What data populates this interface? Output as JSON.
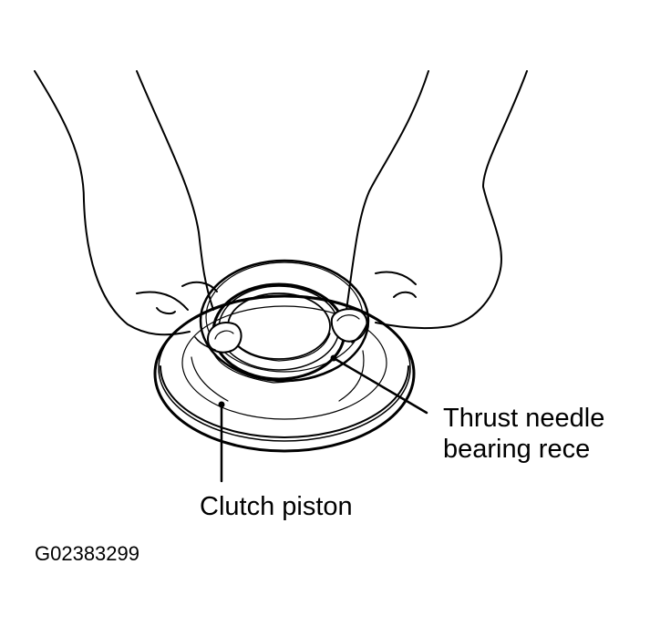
{
  "colors": {
    "line": "#000000",
    "background": "#ffffff"
  },
  "labels": {
    "thrust_line1": "Thrust needle",
    "thrust_line2": "bearing rece",
    "piston": "Clutch piston",
    "figure_code": "G02383299"
  }
}
